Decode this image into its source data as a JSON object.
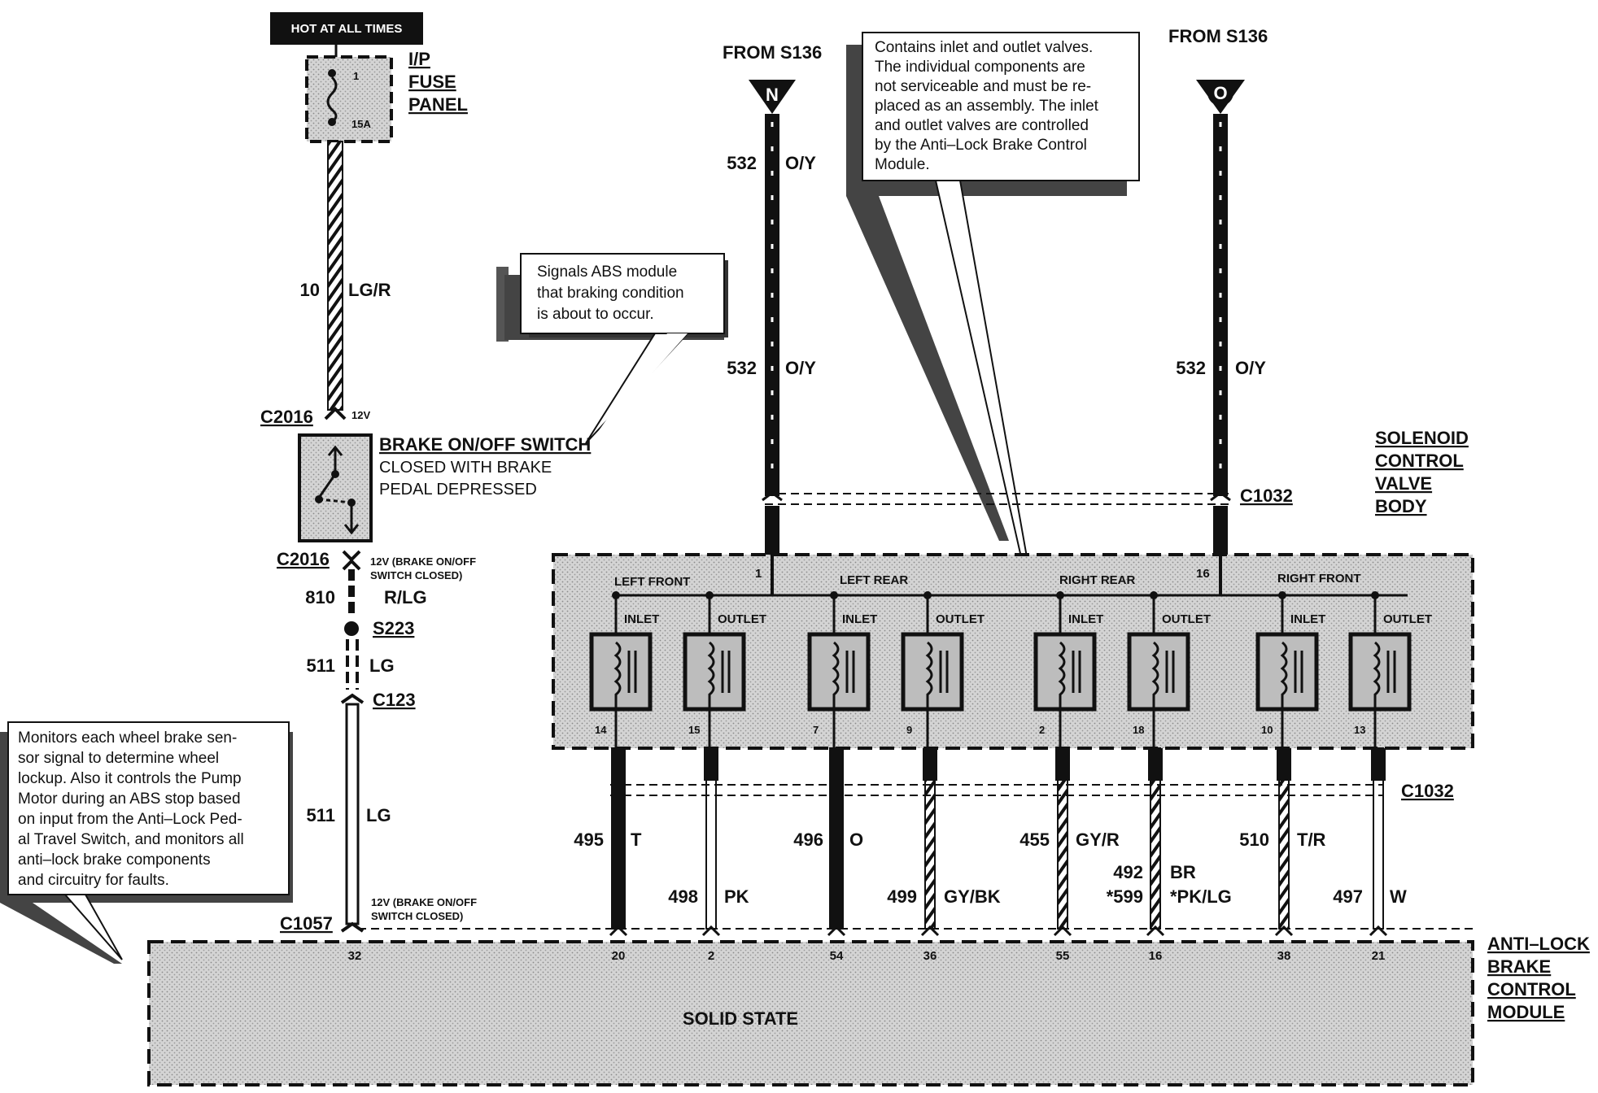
{
  "top_left": {
    "hot_label": "HOT AT ALL TIMES",
    "fuse_panel": [
      "I/P",
      "FUSE",
      "PANEL"
    ],
    "fuse_number": "1",
    "fuse_rating": "15A",
    "wire_10": {
      "circuit": "10",
      "color": "LG/R"
    },
    "c2016_top": "C2016",
    "c2016_top_volt": "12V",
    "switch_title": "BRAKE ON/OFF SWITCH",
    "switch_desc": [
      "CLOSED WITH BRAKE",
      "PEDAL DEPRESSED"
    ],
    "c2016_bottom": "C2016",
    "c2016_bottom_note": [
      "12V (BRAKE ON/OFF",
      "SWITCH CLOSED)"
    ],
    "wire_810": {
      "circuit": "810",
      "color": "R/LG"
    },
    "splice": "S223",
    "wire_511a": {
      "circuit": "511",
      "color": "LG"
    },
    "c123": "C123",
    "wire_511b": {
      "circuit": "511",
      "color": "LG"
    },
    "c1057": "C1057",
    "c1057_note": [
      "12V (BRAKE ON/OFF",
      "SWITCH CLOSED)"
    ],
    "pin_32": "32"
  },
  "notes": {
    "abs_signal": [
      "Signals ABS module",
      "that braking condition",
      "is about to occur."
    ],
    "valves": [
      "Contains inlet and outlet valves.",
      "The individual components are",
      "not serviceable and must be re-",
      "placed as an assembly. The inlet",
      "and outlet valves are controlled",
      "by the Anti–Lock Brake Control",
      "Module."
    ],
    "module": [
      "Monitors each wheel brake sen-",
      "sor signal to determine wheel",
      "lockup. Also it controls the Pump",
      "Motor during an ABS stop based",
      "on input from the Anti–Lock Ped-",
      "al Travel Switch, and monitors all",
      "anti–lock brake components",
      "and circuitry for faults."
    ]
  },
  "feeds": {
    "left": {
      "from": "FROM S136",
      "letter": "N",
      "circuit": "532",
      "color": "O/Y"
    },
    "right": {
      "from": "FROM S136",
      "letter": "O",
      "circuit": "532",
      "color": "O/Y"
    },
    "left_second": {
      "circuit": "532",
      "color": "O/Y"
    },
    "c1032_top": "C1032"
  },
  "valve_body": {
    "title": [
      "SOLENOID",
      "CONTROL",
      "VALVE",
      "BODY"
    ],
    "pin_1": "1",
    "pin_16": "16",
    "sections": [
      "LEFT FRONT",
      "LEFT REAR",
      "RIGHT REAR",
      "RIGHT FRONT"
    ],
    "coil_labels": [
      "INLET",
      "OUTLET",
      "INLET",
      "OUTLET",
      "INLET",
      "OUTLET",
      "INLET",
      "OUTLET"
    ],
    "coil_pins": [
      "14",
      "15",
      "7",
      "9",
      "2",
      "18",
      "10",
      "13"
    ]
  },
  "lower_wires": {
    "c1032_bottom": "C1032",
    "labels": [
      {
        "circuit": "495",
        "color": "T"
      },
      {
        "circuit": "498",
        "color": "PK"
      },
      {
        "circuit": "496",
        "color": "O"
      },
      {
        "circuit": "499",
        "color": "GY/BK"
      },
      {
        "circuit": "455",
        "color": "GY/R"
      },
      {
        "circuit": "492",
        "color": "BR"
      },
      {
        "circuit": "*599",
        "color": "*PK/LG"
      },
      {
        "circuit": "510",
        "color": "T/R"
      },
      {
        "circuit": "497",
        "color": "W"
      }
    ],
    "module_pins": [
      "20",
      "2",
      "54",
      "36",
      "55",
      "16",
      "38",
      "21"
    ]
  },
  "module": {
    "title": [
      "ANTI–LOCK",
      "BRAKE",
      "CONTROL",
      "MODULE"
    ],
    "center": "SOLID STATE"
  }
}
